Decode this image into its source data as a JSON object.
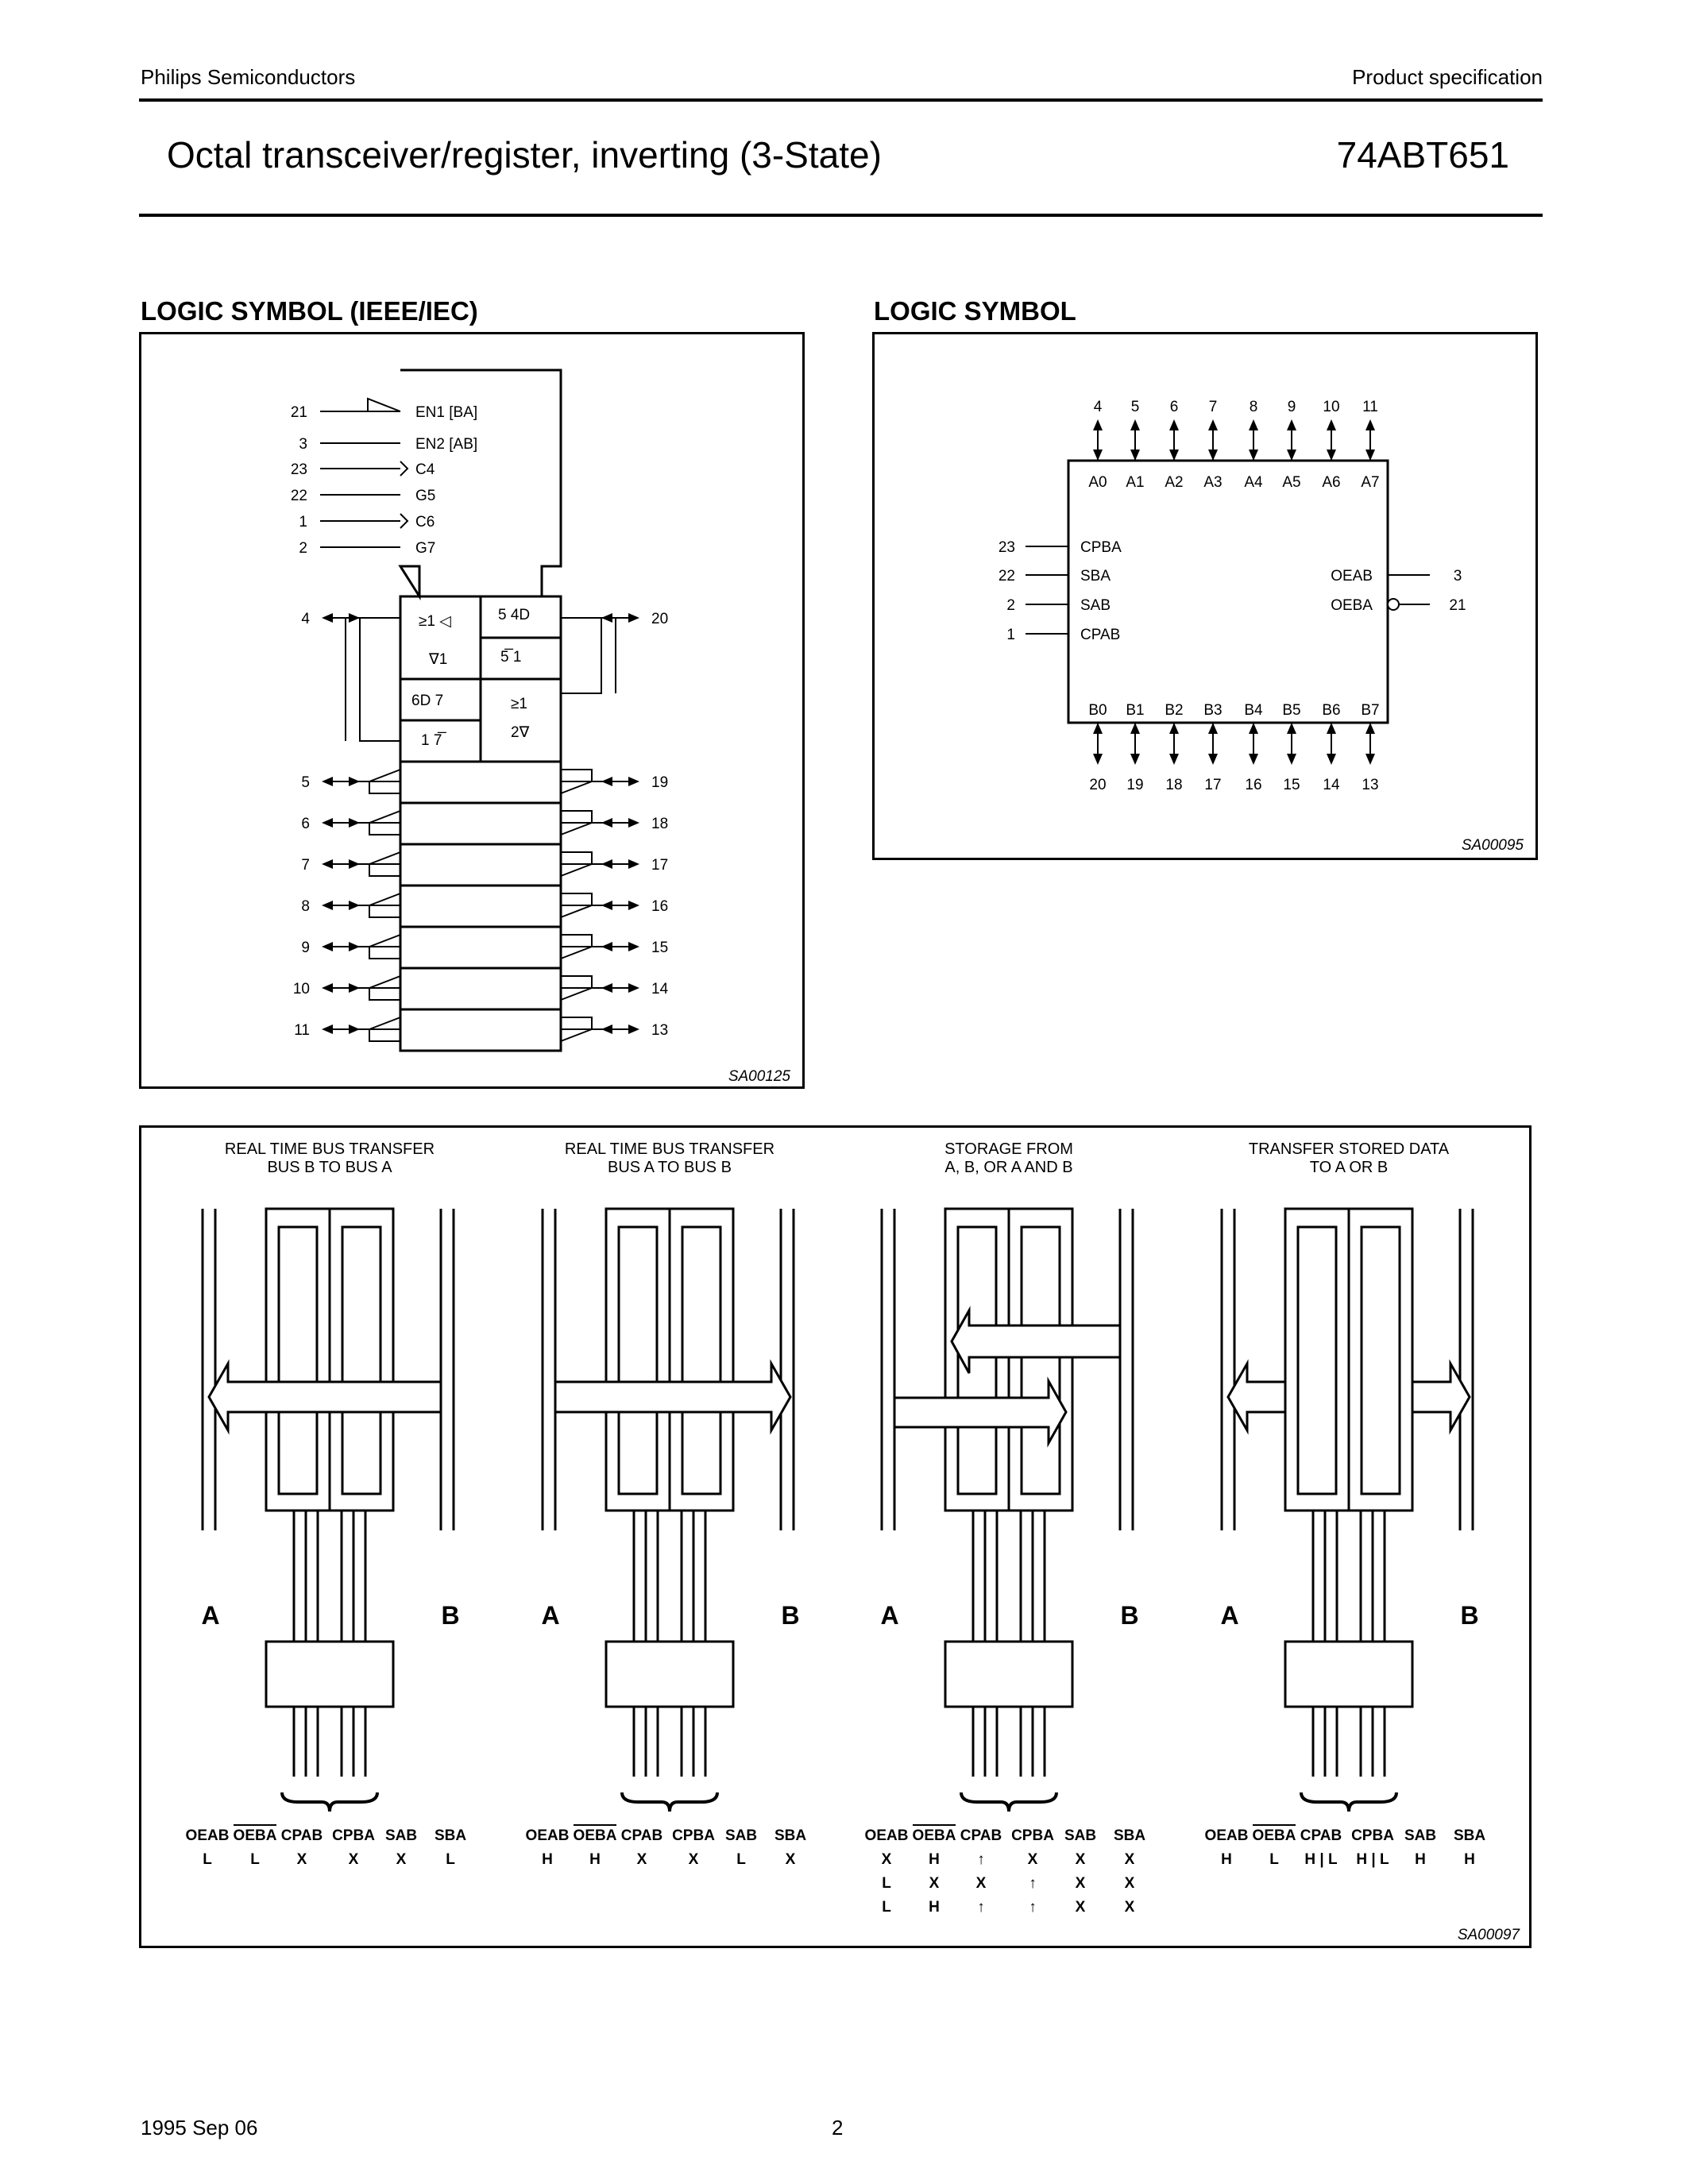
{
  "header": {
    "company": "Philips Semiconductors",
    "doc_type": "Product specification",
    "title": "Octal transceiver/register, inverting (3-State)",
    "part": "74ABT651"
  },
  "ieee": {
    "title": "LOGIC SYMBOL (IEEE/IEC)",
    "code": "SA00125",
    "ctrl": [
      {
        "pin": "21",
        "label": "EN1 [BA]"
      },
      {
        "pin": "3",
        "label": "EN2 [AB]"
      },
      {
        "pin": "23",
        "label": "C4"
      },
      {
        "pin": "22",
        "label": "G5"
      },
      {
        "pin": "1",
        "label": "C6"
      },
      {
        "pin": "2",
        "label": "G7"
      }
    ],
    "cells": {
      "c1": "≥1 ◁",
      "c2": "∇1",
      "c3": "5   4D",
      "c4": "5̅  1",
      "c5": "6D  7",
      "c6": "1   7̅",
      "c7": "≥1",
      "c8": "2∇"
    },
    "left_pins": [
      "4",
      "5",
      "6",
      "7",
      "8",
      "9",
      "10",
      "11"
    ],
    "right_pins": [
      "20",
      "19",
      "18",
      "17",
      "16",
      "15",
      "14",
      "13"
    ]
  },
  "ls": {
    "title": "LOGIC SYMBOL",
    "code": "SA00095",
    "top_pins": [
      "4",
      "5",
      "6",
      "7",
      "8",
      "9",
      "10",
      "11"
    ],
    "top_labels": [
      "A0",
      "A1",
      "A2",
      "A3",
      "A4",
      "A5",
      "A6",
      "A7"
    ],
    "bottom_labels": [
      "B0",
      "B1",
      "B2",
      "B3",
      "B4",
      "B5",
      "B6",
      "B7"
    ],
    "bottom_pins": [
      "20",
      "19",
      "18",
      "17",
      "16",
      "15",
      "14",
      "13"
    ],
    "left": [
      {
        "pin": "23",
        "label": "CPBA"
      },
      {
        "pin": "22",
        "label": "SBA"
      },
      {
        "pin": "2",
        "label": "SAB"
      },
      {
        "pin": "1",
        "label": "CPAB"
      }
    ],
    "right": [
      {
        "pin": "3",
        "label": "OEAB"
      },
      {
        "pin": "21",
        "label": "OEBA"
      }
    ]
  },
  "diagrams": {
    "code": "SA00097",
    "signals": [
      "OEAB",
      "OEBA",
      "CPAB",
      "CPBA",
      "SAB",
      "SBA"
    ],
    "bus_a": "A",
    "bus_b": "B",
    "panels": [
      {
        "cap1": "REAL TIME BUS TRANSFER",
        "cap2": "BUS B TO BUS A",
        "rows": [
          [
            "L",
            "L",
            "X",
            "X",
            "X",
            "L"
          ]
        ]
      },
      {
        "cap1": "REAL TIME BUS TRANSFER",
        "cap2": "BUS A TO BUS B",
        "rows": [
          [
            "H",
            "H",
            "X",
            "X",
            "L",
            "X"
          ]
        ]
      },
      {
        "cap1": "STORAGE FROM",
        "cap2": "A, B, OR A AND B",
        "rows": [
          [
            "X",
            "H",
            "↑",
            "X",
            "X",
            "X"
          ],
          [
            "L",
            "X",
            "X",
            "↑",
            "X",
            "X"
          ],
          [
            "L",
            "H",
            "↑",
            "↑",
            "X",
            "X"
          ]
        ]
      },
      {
        "cap1": "TRANSFER STORED DATA",
        "cap2": "TO A OR B",
        "rows": [
          [
            "H",
            "L",
            "H | L",
            "H | L",
            "H",
            "H"
          ]
        ]
      }
    ]
  },
  "footer": {
    "date": "1995 Sep 06",
    "page": "2"
  }
}
